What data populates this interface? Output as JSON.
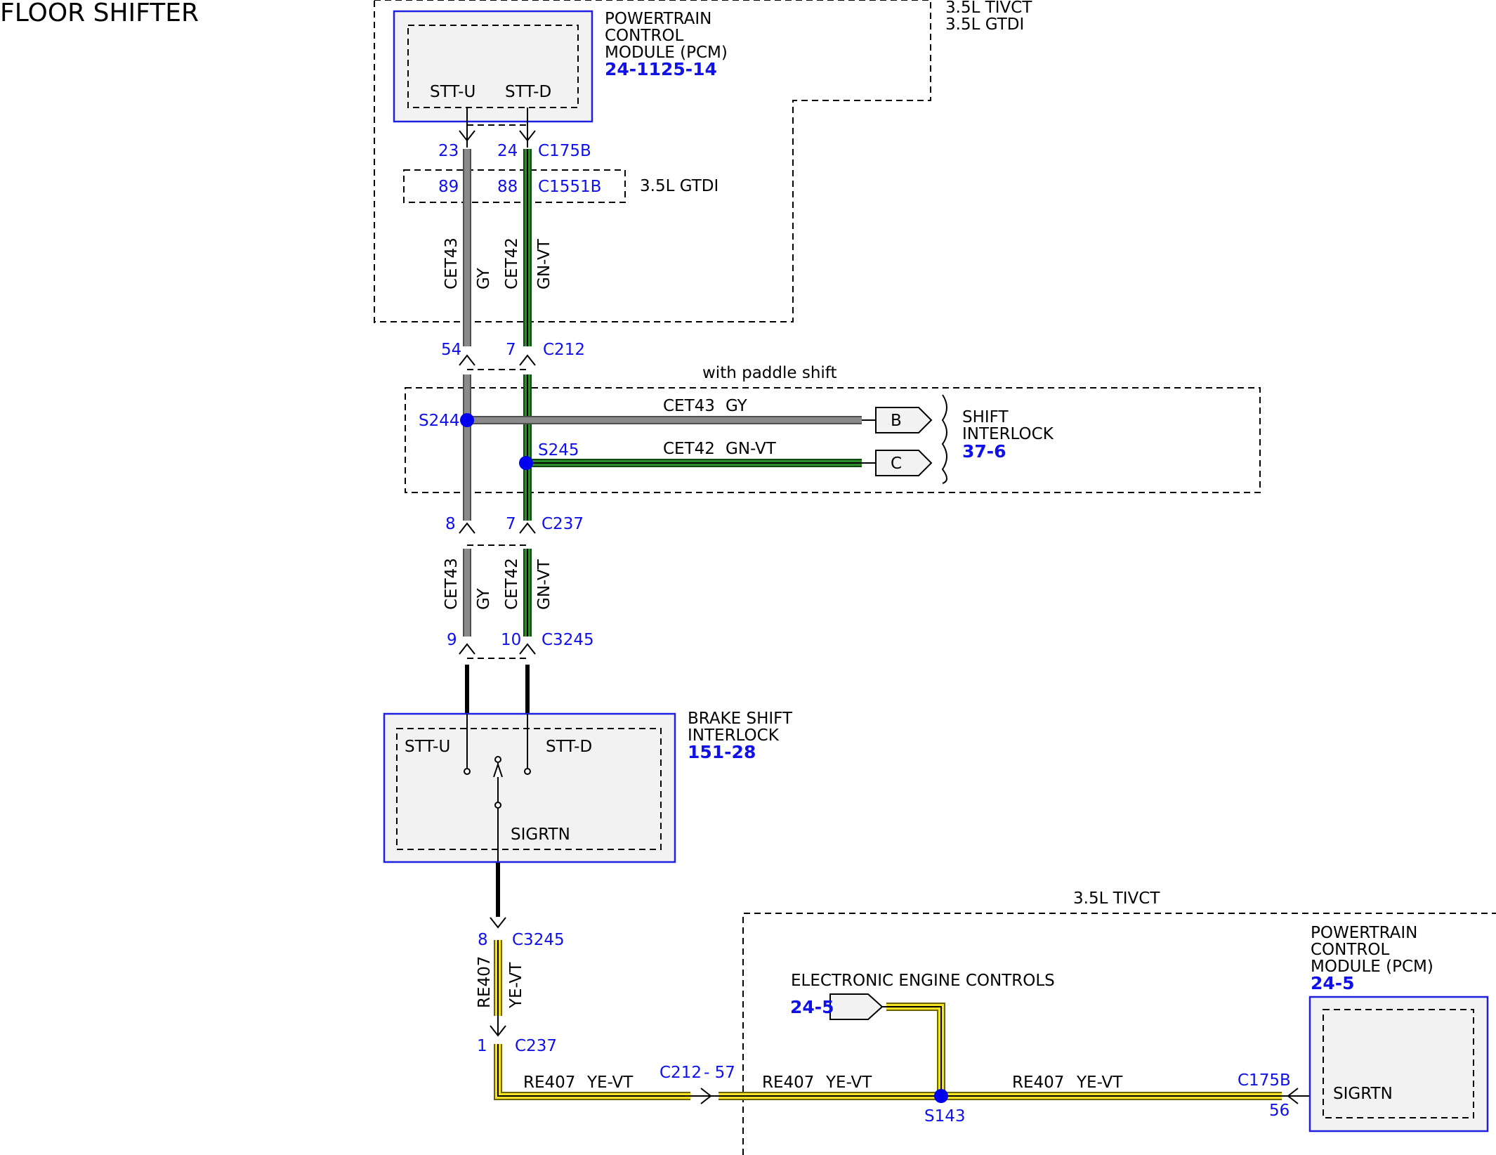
{
  "title": "FLOOR SHIFTER",
  "variants": {
    "top_line1": "3.5L TIVCT",
    "top_line2": "3.5L GTDI",
    "gtdi": "3.5L GTDI",
    "bottom": "3.5L TIVCT",
    "paddle": "with paddle shift"
  },
  "pcm_top": {
    "line1": "POWERTRAIN",
    "line2": "CONTROL",
    "line3": "MODULE (PCM)",
    "ref1": "24-11",
    "ref2": "25-14",
    "pin_left": "STT-U",
    "pin_right": "STT-D"
  },
  "connectors": {
    "c175b_top": "C175B",
    "c175b_pin_left": "23",
    "c175b_pin_right": "24",
    "c1551b": "C1551B",
    "c1551b_pin_left": "89",
    "c1551b_pin_right": "88",
    "c212": "C212",
    "c212_pin_left": "54",
    "c212_pin_right": "7",
    "c237": "C237",
    "c237_pin_left": "8",
    "c237_pin_right": "7",
    "c3245": "C3245",
    "c3245_pin_left": "9",
    "c3245_pin_right": "10",
    "c3245_b": "C3245",
    "c3245_b_pin": "8",
    "c237_b": "C237",
    "c237_b_pin": "1",
    "c212_b": "C212",
    "c212_b_pin": "- 57",
    "c175b_b": "C175B",
    "c175b_b_pin": "56"
  },
  "wires": {
    "cet43": "CET43",
    "gy": "GY",
    "cet42": "CET42",
    "gnvt": "GN-VT",
    "re407": "RE407",
    "yevt": "YE-VT"
  },
  "splices": {
    "s244": "S244",
    "s245": "S245",
    "s143": "S143"
  },
  "shift_interlock": {
    "line1": "SHIFT",
    "line2": "INTERLOCK",
    "ref": "37-6",
    "pin_b": "B",
    "pin_c": "C"
  },
  "brake_shift_interlock": {
    "line1": "BRAKE SHIFT",
    "line2": "INTERLOCK",
    "ref": "151-28",
    "pin_left": "STT-U",
    "pin_right": "STT-D",
    "pin_bottom": "SIGRTN"
  },
  "eec": {
    "label": "ELECTRONIC ENGINE CONTROLS",
    "ref": "24-5"
  },
  "pcm_bottom": {
    "line1": "POWERTRAIN",
    "line2": "CONTROL",
    "line3": "MODULE (PCM)",
    "ref": "24-5",
    "pin": "SIGRTN"
  },
  "colors": {
    "gray_wire": "#808080",
    "green_wire": "#1f7a1f",
    "yellow_wire": "#f0e01a",
    "ref_blue": "#1010e8",
    "component_border": "#2020e0"
  }
}
